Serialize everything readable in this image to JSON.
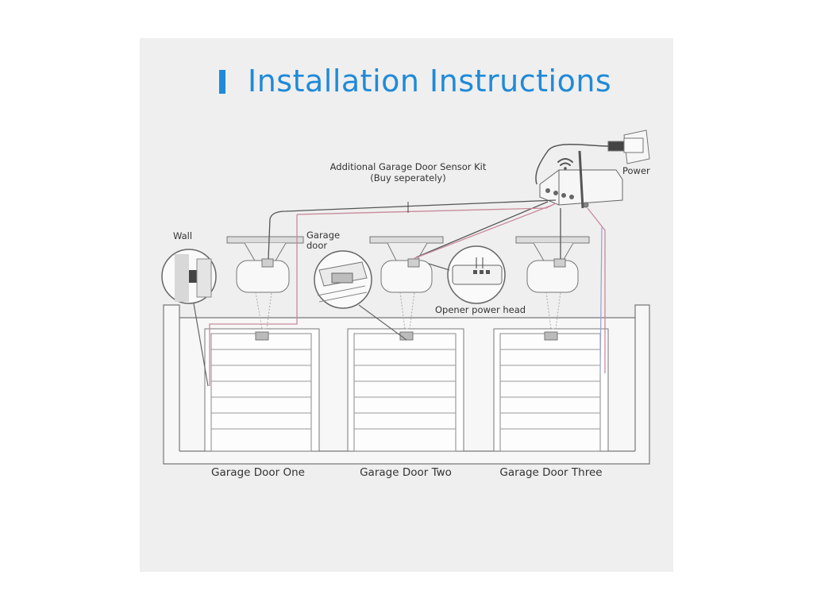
{
  "title": "Installation Instructions",
  "accent_color": "#1f8ad8",
  "labels": {
    "kit_line1": "Additional Garage Door Sensor Kit",
    "kit_line2": "(Buy seperately)",
    "power": "Power",
    "wall": "Wall",
    "garage_door_line1": "Garage",
    "garage_door_line2": "door",
    "opener_power_head": "Opener power head"
  },
  "doors": [
    {
      "label": "Garage Door One"
    },
    {
      "label": "Garage Door Two"
    },
    {
      "label": "Garage Door Three"
    }
  ],
  "icons": [
    "wifi-icon",
    "power-outlet-icon",
    "hub-icon",
    "opener-icon",
    "magnifier-icon"
  ]
}
